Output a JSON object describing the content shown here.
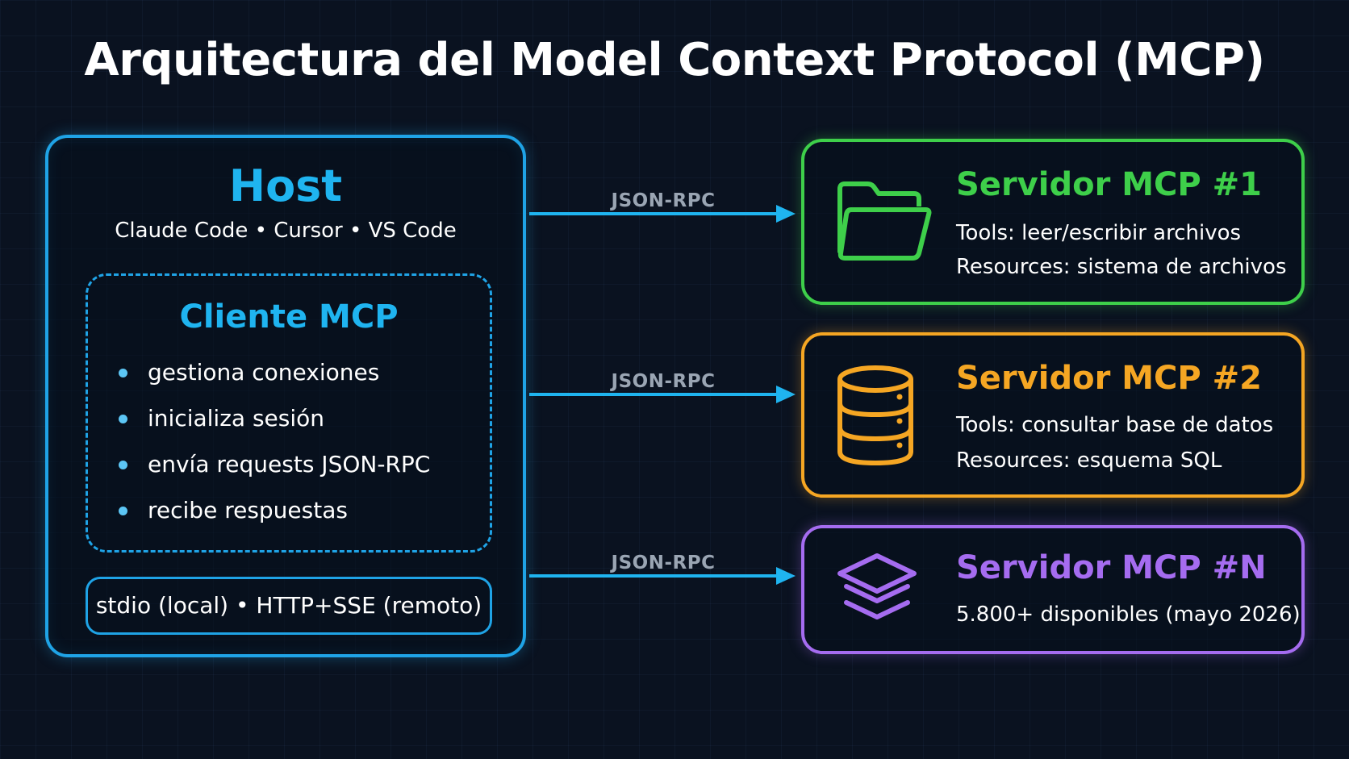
{
  "title": "Arquitectura del Model Context Protocol (MCP)",
  "host": {
    "title": "Host",
    "subtitle": "Claude Code • Cursor • VS Code",
    "client": {
      "title": "Cliente MCP",
      "items": [
        "gestiona conexiones",
        "inicializa sesión",
        "envía requests JSON-RPC",
        "recibe respuestas"
      ]
    },
    "transport": "stdio (local) • HTTP+SSE (remoto)"
  },
  "connectors": [
    {
      "label": "JSON-RPC"
    },
    {
      "label": "JSON-RPC"
    },
    {
      "label": "JSON-RPC"
    }
  ],
  "servers": [
    {
      "title": "Servidor MCP #1",
      "icon": "folder-icon",
      "color": "#3ecf4a",
      "lines": [
        "Tools: leer/escribir archivos",
        "Resources: sistema de archivos"
      ]
    },
    {
      "title": "Servidor MCP #2",
      "icon": "database-icon",
      "color": "#f5a623",
      "lines": [
        "Tools: consultar base de datos",
        "Resources: esquema SQL"
      ]
    },
    {
      "title": "Servidor MCP #N",
      "icon": "layers-icon",
      "color": "#a56cf0",
      "lines": [
        "5.800+ disponibles (mayo 2026)"
      ]
    }
  ],
  "colors": {
    "host_accent": "#1fa3e6",
    "background": "#0a1220"
  }
}
